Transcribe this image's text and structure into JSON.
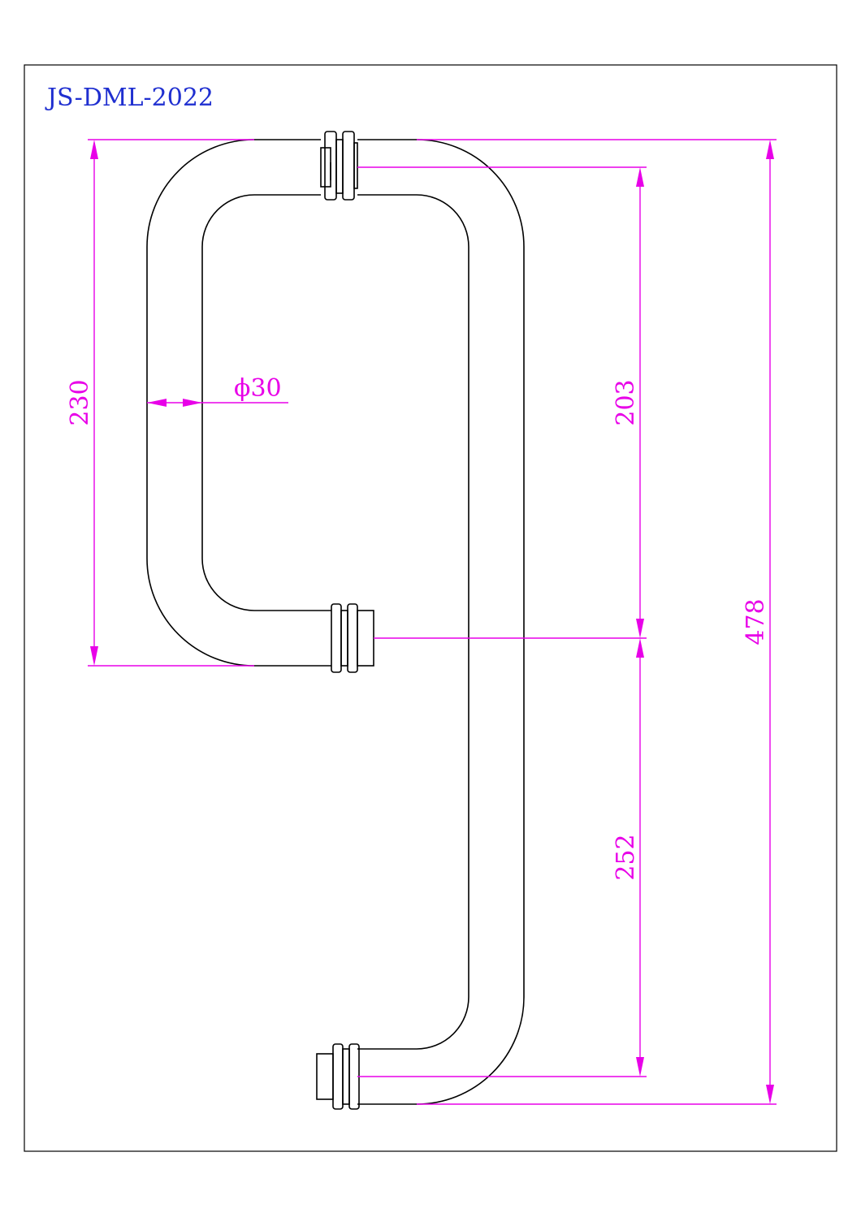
{
  "title": "JS-DML-2022",
  "colors": {
    "outline": "#000000",
    "dimension": "#e800e8",
    "title": "#1f2fd0"
  },
  "dimensions": {
    "diameter": "ϕ30",
    "upper_handle_height": "230",
    "upper_center_span": "203",
    "lower_center_span": "252",
    "overall_height": "478"
  }
}
